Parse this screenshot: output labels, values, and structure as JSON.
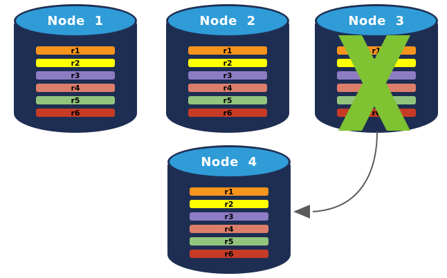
{
  "diagram": {
    "description": "Four database nodes each holding replicas r1-r6; Node 3 is failed (crossed out) and its data fails over to Node 4",
    "node_style": {
      "top_color": "#2F9CD8",
      "body_color": "#1E2E52"
    },
    "failure_mark": {
      "symbol": "X",
      "color": "#7FC232"
    },
    "arrow": {
      "from": "Node 3",
      "to": "Node 4",
      "color": "#595B5D"
    },
    "nodes": [
      {
        "id": "node-1",
        "label": "Node 1",
        "failed": false,
        "replicas": [
          {
            "label": "r1",
            "color": "#F7941D"
          },
          {
            "label": "r2",
            "color": "#FEFF00"
          },
          {
            "label": "r3",
            "color": "#8E7CC3"
          },
          {
            "label": "r4",
            "color": "#DD7E6B"
          },
          {
            "label": "r5",
            "color": "#93C47D"
          },
          {
            "label": "r6",
            "color": "#C63B26"
          }
        ]
      },
      {
        "id": "node-2",
        "label": "Node 2",
        "failed": false,
        "replicas": [
          {
            "label": "r1",
            "color": "#F7941D"
          },
          {
            "label": "r2",
            "color": "#FEFF00"
          },
          {
            "label": "r3",
            "color": "#8E7CC3"
          },
          {
            "label": "r4",
            "color": "#DD7E6B"
          },
          {
            "label": "r5",
            "color": "#93C47D"
          },
          {
            "label": "r6",
            "color": "#C63B26"
          }
        ]
      },
      {
        "id": "node-3",
        "label": "Node 3",
        "failed": true,
        "replicas": [
          {
            "label": "r1",
            "color": "#F7941D"
          },
          {
            "label": "r2",
            "color": "#FEFF00"
          },
          {
            "label": "r3",
            "color": "#8E7CC3"
          },
          {
            "label": "r4",
            "color": "#DD7E6B"
          },
          {
            "label": "r5",
            "color": "#93C47D"
          },
          {
            "label": "r6",
            "color": "#C63B26"
          }
        ]
      },
      {
        "id": "node-4",
        "label": "Node 4",
        "failed": false,
        "replicas": [
          {
            "label": "r1",
            "color": "#F7941D"
          },
          {
            "label": "r2",
            "color": "#FEFF00"
          },
          {
            "label": "r3",
            "color": "#8E7CC3"
          },
          {
            "label": "r4",
            "color": "#DD7E6B"
          },
          {
            "label": "r5",
            "color": "#93C47D"
          },
          {
            "label": "r6",
            "color": "#C63B26"
          }
        ]
      }
    ]
  }
}
